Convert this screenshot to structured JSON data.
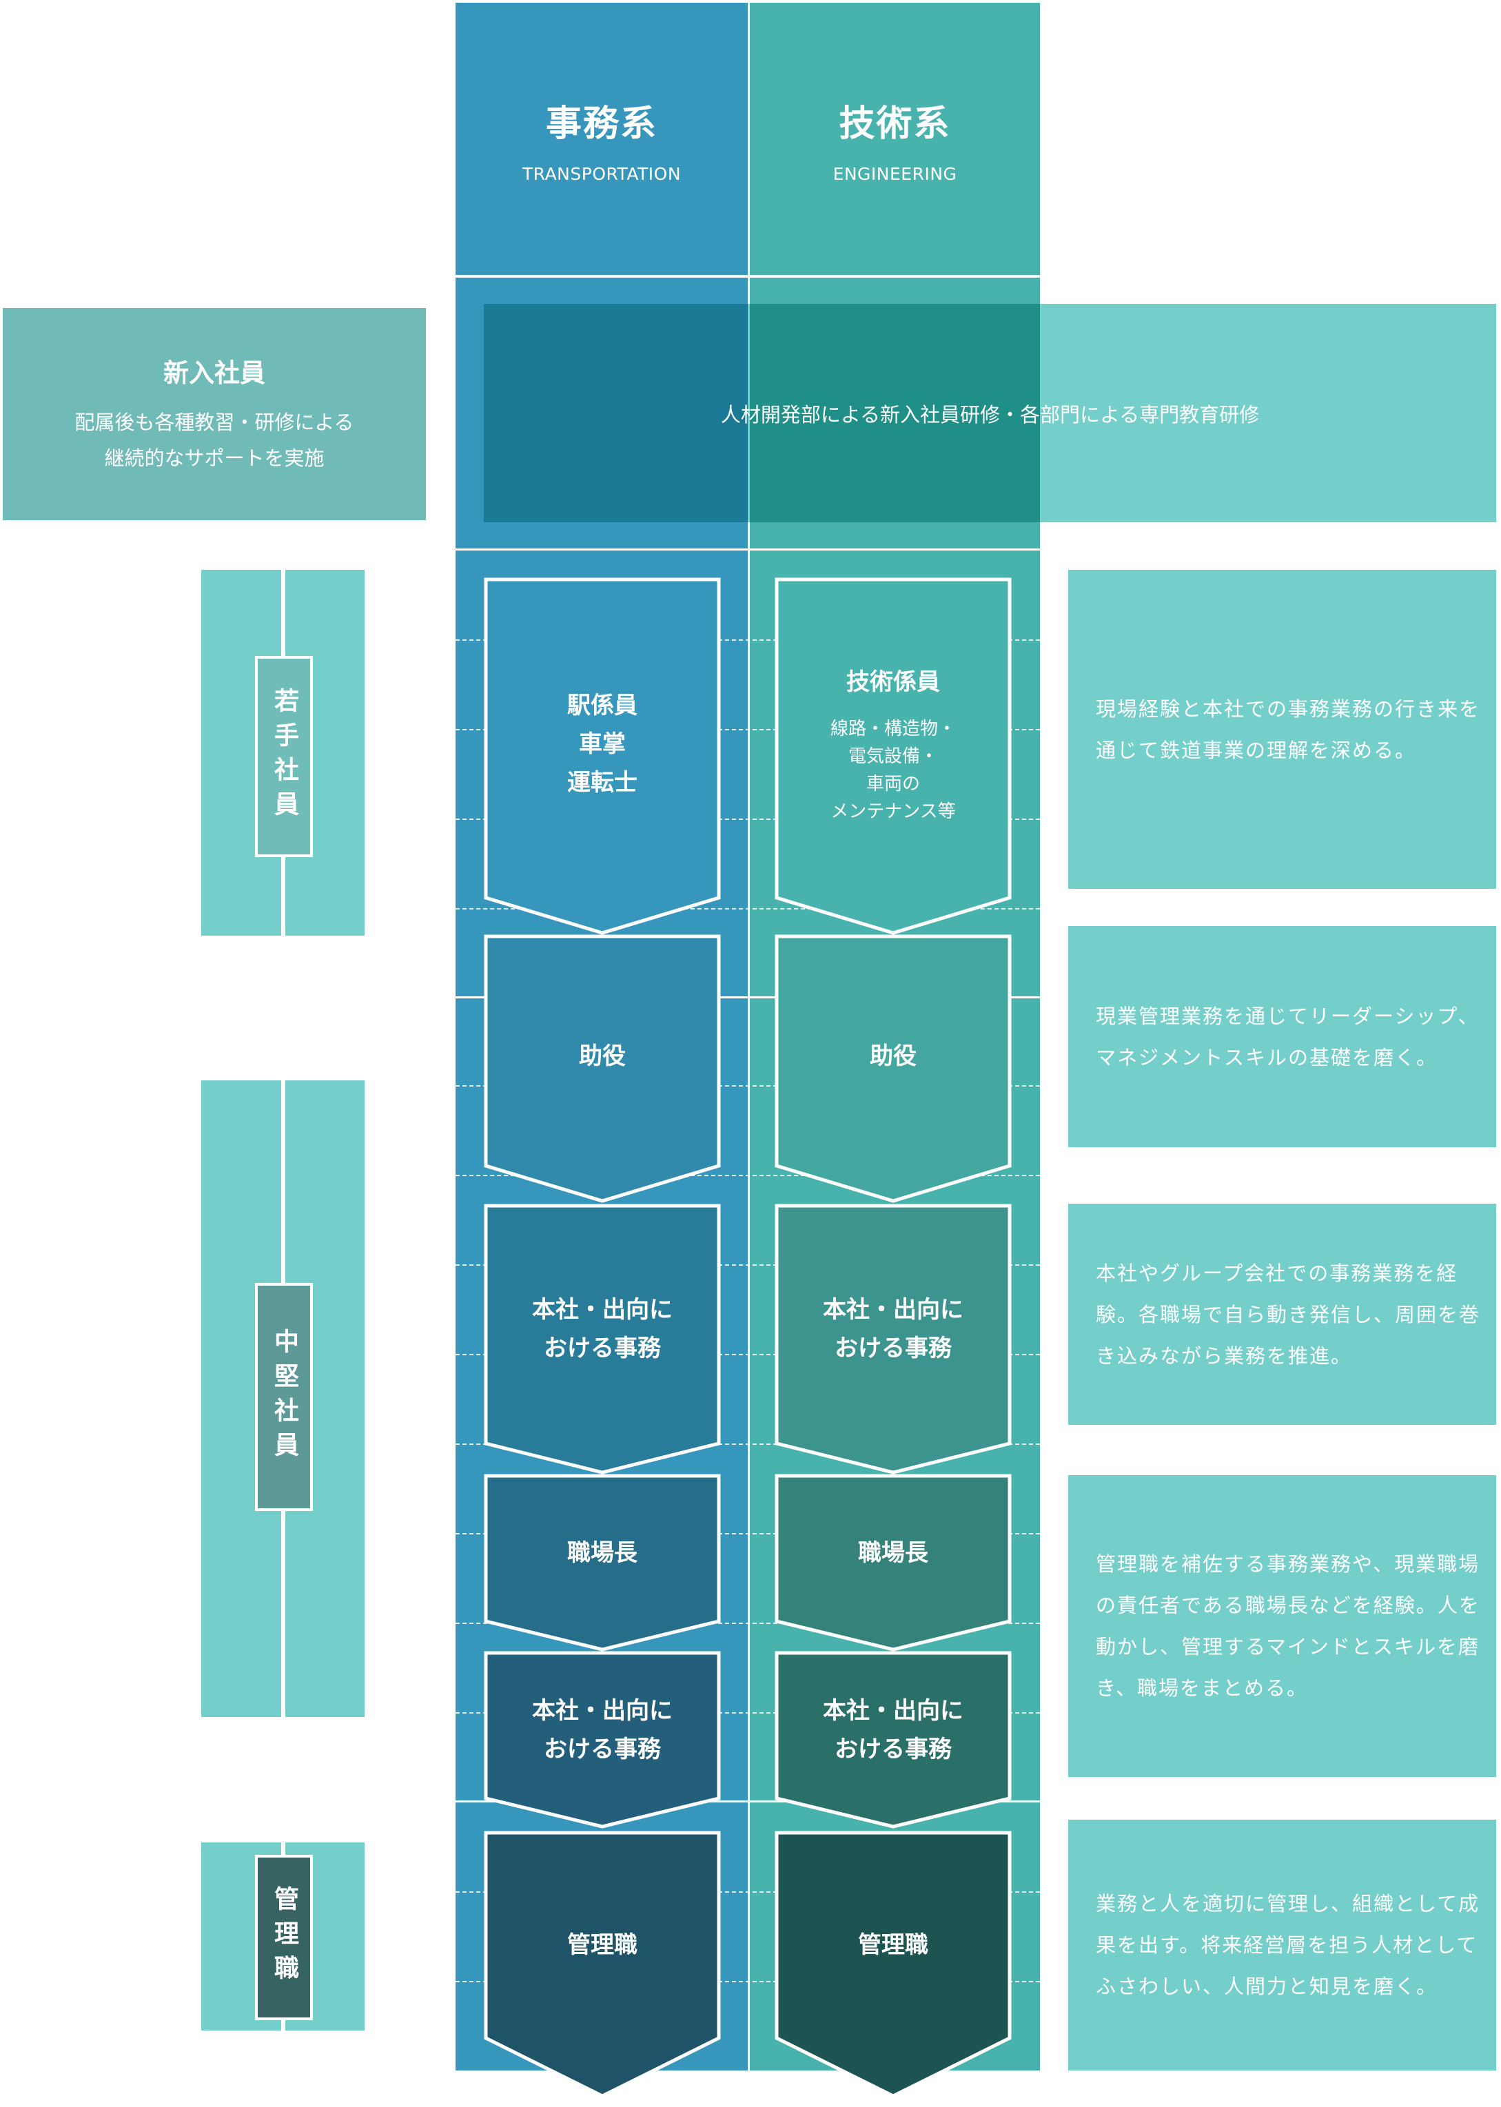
{
  "colors": {
    "transportation": "#3796bb",
    "engineering": "#48b2ad",
    "side": "#74cfca",
    "new_employee": "#70bbb7"
  },
  "columns": [
    {
      "title": "事務系",
      "subtitle": "TRANSPORTATION"
    },
    {
      "title": "技術系",
      "subtitle": "ENGINEERING"
    }
  ],
  "new_employee": {
    "title": "新入社員",
    "lines": [
      "配属後も各種教習・研修による",
      "継続的なサポートを実施"
    ]
  },
  "training_band": "人材開発部による新入社員研修・各部門による専門教育研修",
  "side_labels": [
    {
      "label": "若手社員",
      "color": "#6fbcb8"
    },
    {
      "label": "中堅社員",
      "color": "#5c9997"
    },
    {
      "label": "管理職",
      "color": "#376462"
    }
  ],
  "transportation_steps": [
    {
      "label": "駅係員\n車掌\n運転士",
      "sub": "",
      "color": "#3796bb"
    },
    {
      "label": "助役",
      "sub": "",
      "color": "#318aac"
    },
    {
      "label": "本社・出向に\nおける事務",
      "sub": "",
      "color": "#297c99"
    },
    {
      "label": "職場長",
      "sub": "",
      "color": "#256d88"
    },
    {
      "label": "本社・出向に\nおける事務",
      "sub": "",
      "color": "#235f7a"
    },
    {
      "label": "管理職",
      "sub": "",
      "color": "#1e5368"
    }
  ],
  "engineering_steps": [
    {
      "label": "技術係員",
      "sub": "線路・構造物・\n電気設備・\n車両の\nメンテナンス等",
      "color": "#48b2ad"
    },
    {
      "label": "助役",
      "sub": "",
      "color": "#43a79f"
    },
    {
      "label": "本社・出向に\nおける事務",
      "sub": "",
      "color": "#3d948f"
    },
    {
      "label": "職場長",
      "sub": "",
      "color": "#35827a"
    },
    {
      "label": "本社・出向に\nおける事務",
      "sub": "",
      "color": "#2b6f69"
    },
    {
      "label": "管理職",
      "sub": "",
      "color": "#1d5350"
    }
  ],
  "descriptions": [
    "現場経験と本社での事務業務の行き来を通じて鉄道事業の理解を深める。",
    "現業管理業務を通じてリーダーシップ、マネジメントスキルの基礎を磨く。",
    "本社やグループ会社での事務業務を経験。各職場で自ら動き発信し、周囲を巻き込みながら業務を推進。",
    "管理職を補佐する事務業務や、現業職場の責任者である職場長などを経験。人を動かし、管理するマインドとスキルを磨き、職場をまとめる。",
    "業務と人を適切に管理し、組織として成果を出す。将来経営層を担う人材としてふさわしい、人間力と知見を磨く。"
  ]
}
